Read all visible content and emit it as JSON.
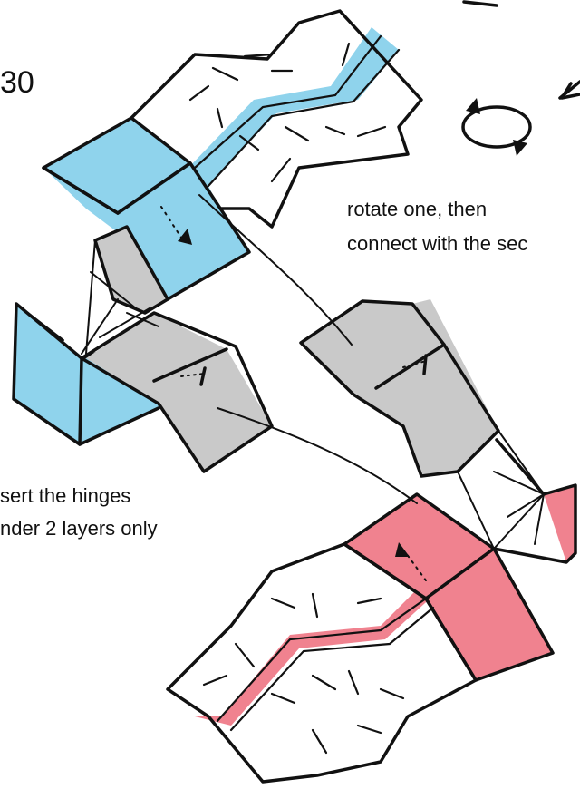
{
  "step_number": "30",
  "instruction_rotate": {
    "line1": "rotate one, then",
    "line2": "connect with the sec"
  },
  "instruction_insert": {
    "line1": "sert the hinges",
    "line2": "nder 2 layers only"
  },
  "colors": {
    "outline": "#111111",
    "blue_paper": "#8fd3ec",
    "grey_paper": "#c9c9c9",
    "pink_paper": "#f0828f",
    "background": "#ffffff"
  },
  "icons": [
    "rotate-cycle-icon",
    "motion-arrow-icon"
  ]
}
